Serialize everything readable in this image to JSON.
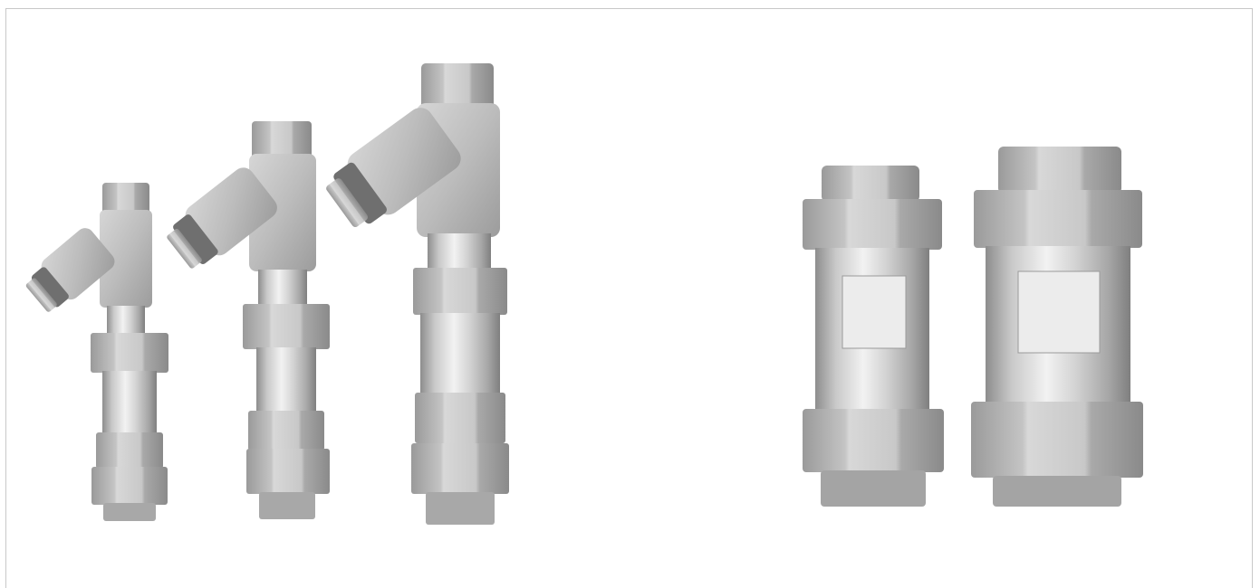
{
  "scene": {
    "background_color": "#ffffff",
    "frame_color": "#c8c8c8",
    "metal_light": "#e6e6e6",
    "metal_mid": "#b8b8b8",
    "metal_dark": "#7a7a7a",
    "groups": [
      {
        "name": "y-strainer-assemblies",
        "count": 3
      },
      {
        "name": "inline-check-valves",
        "count": 2
      }
    ]
  }
}
